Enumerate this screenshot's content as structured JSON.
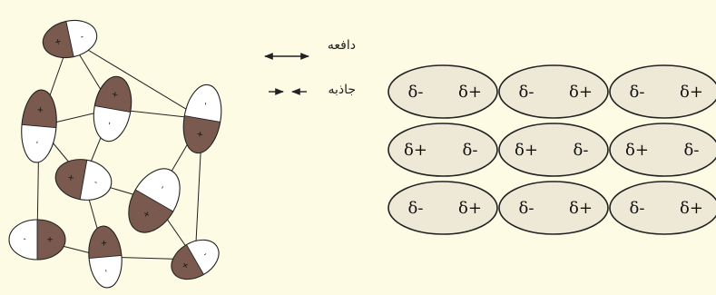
{
  "legend": {
    "repulsion_label": "دافعه",
    "attraction_label": "جاذبه"
  },
  "grid": {
    "rows": [
      [
        [
          "δ-",
          "δ+"
        ],
        [
          "δ-",
          "δ+"
        ],
        [
          "δ-",
          "δ+"
        ]
      ],
      [
        [
          "δ+",
          "δ-"
        ],
        [
          "δ+",
          "δ-"
        ],
        [
          "δ+",
          "δ-"
        ]
      ],
      [
        [
          "δ-",
          "δ+"
        ],
        [
          "δ-",
          "δ+"
        ],
        [
          "δ-",
          "δ+"
        ]
      ]
    ]
  },
  "cluster": {
    "positive_sign": "+",
    "negative_sign": "-",
    "shade_color": "#7a5a4e",
    "light_color": "#ffffff"
  },
  "colors": {
    "background": "#fdfbe3",
    "ellipse_fill": "#eee9d7",
    "outline": "#222222"
  }
}
